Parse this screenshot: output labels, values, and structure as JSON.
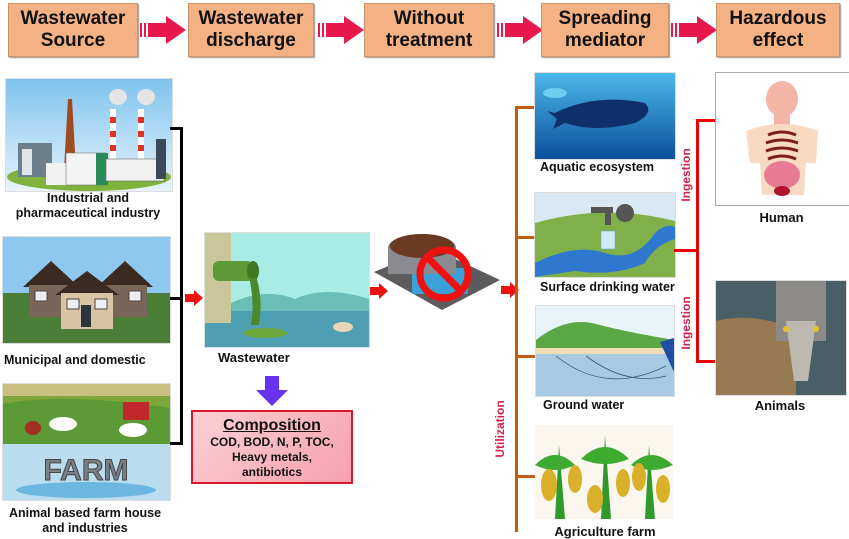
{
  "header": {
    "stages": [
      {
        "label": "Wastewater\nSource"
      },
      {
        "label": "Wastewater\ndischarge"
      },
      {
        "label": "Without\ntreatment"
      },
      {
        "label": "Spreading\nmediator"
      },
      {
        "label": "Hazardous\neffect"
      }
    ]
  },
  "sources": [
    {
      "label": "Industrial and\npharmaceutical industry",
      "icon": "factory-icon"
    },
    {
      "label": "Municipal and domestic",
      "icon": "houses-icon"
    },
    {
      "label": "Animal based farm house\nand industries",
      "icon": "farm-icon"
    }
  ],
  "discharge": {
    "label": "Wastewater",
    "composition": {
      "title": "Composition",
      "body": "COD, BOD, N, P, TOC,\nHeavy metals,\nantibiotics"
    }
  },
  "treatment": {
    "icon": "no-treatment-plant-icon"
  },
  "mediators": [
    {
      "label": "Aquatic ecosystem"
    },
    {
      "label": "Surface drinking water"
    },
    {
      "label": "Ground water"
    },
    {
      "label": "Agriculture farm"
    }
  ],
  "mediator_link_label": "Utilization",
  "effects": [
    {
      "label": "Human",
      "link_label": "Ingestion"
    },
    {
      "label": "Animals",
      "link_label": "Ingestion"
    }
  ],
  "colors": {
    "stage_box": "#f4b183",
    "stage_arrow": "#e8184d",
    "flow_arrow": "#ee1111",
    "bracket_black": "#000000",
    "bracket_orange": "#c55a11",
    "bracket_red": "#ee0000",
    "composition_box": "#f8b4c0",
    "composition_border": "#d9182b",
    "down_arrow": "#6633ee",
    "link_label": "#d6204f"
  }
}
